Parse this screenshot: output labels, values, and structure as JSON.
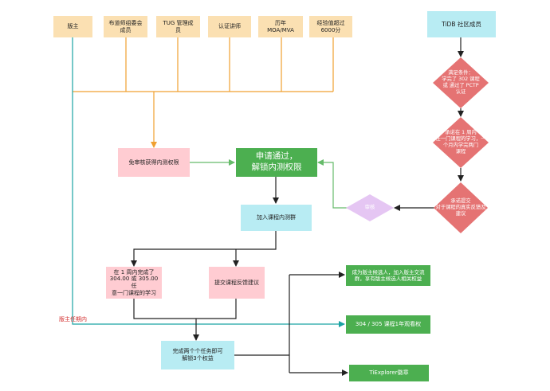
{
  "colors": {
    "arrow": "#222222",
    "orange": "#f0a030",
    "teal": "#1aa3a3",
    "light_green": "#66bb6a",
    "diamond_red": "#e57373",
    "diamond_purple": "#e5c6f3",
    "moderator_label": "#d32f2f"
  },
  "roles": [
    "版主",
    "布道师组委会\n成员",
    "TUG 管理成\n员",
    "认证讲师",
    "历年\nMOA/MVA",
    "经验值超过\n6000分"
  ],
  "community": "TiDB 社区成员",
  "decisions": {
    "condition": "满足条件：\n学完了 302 课程\n或 通过了 PCTP\n认证",
    "commit": "承诺在 1 周内\n任一门课程的学习，一\n个月内学完两门\n课程",
    "feedback": "承诺提交\n对于课程的真实反馈及\n建议",
    "review": "审核"
  },
  "exempt": "免审核获得内测权限",
  "apply": "申请通过，\n解锁内测权限",
  "join": "加入课程内测群",
  "task_study": "在 1 周内完成了\n304.00 或 305.00 任\n意一门课程的学习",
  "task_feedback": "提交课程反馈建议",
  "complete": "完成两个个任务即可\n解锁3个权益",
  "benefits": [
    "成为版主候选人，加入版主交流\n群，享有版主候选人相关权益",
    "304 / 305 课程1年观看权",
    "TiExplorer徽章"
  ],
  "moderator_term": "版主任期内"
}
